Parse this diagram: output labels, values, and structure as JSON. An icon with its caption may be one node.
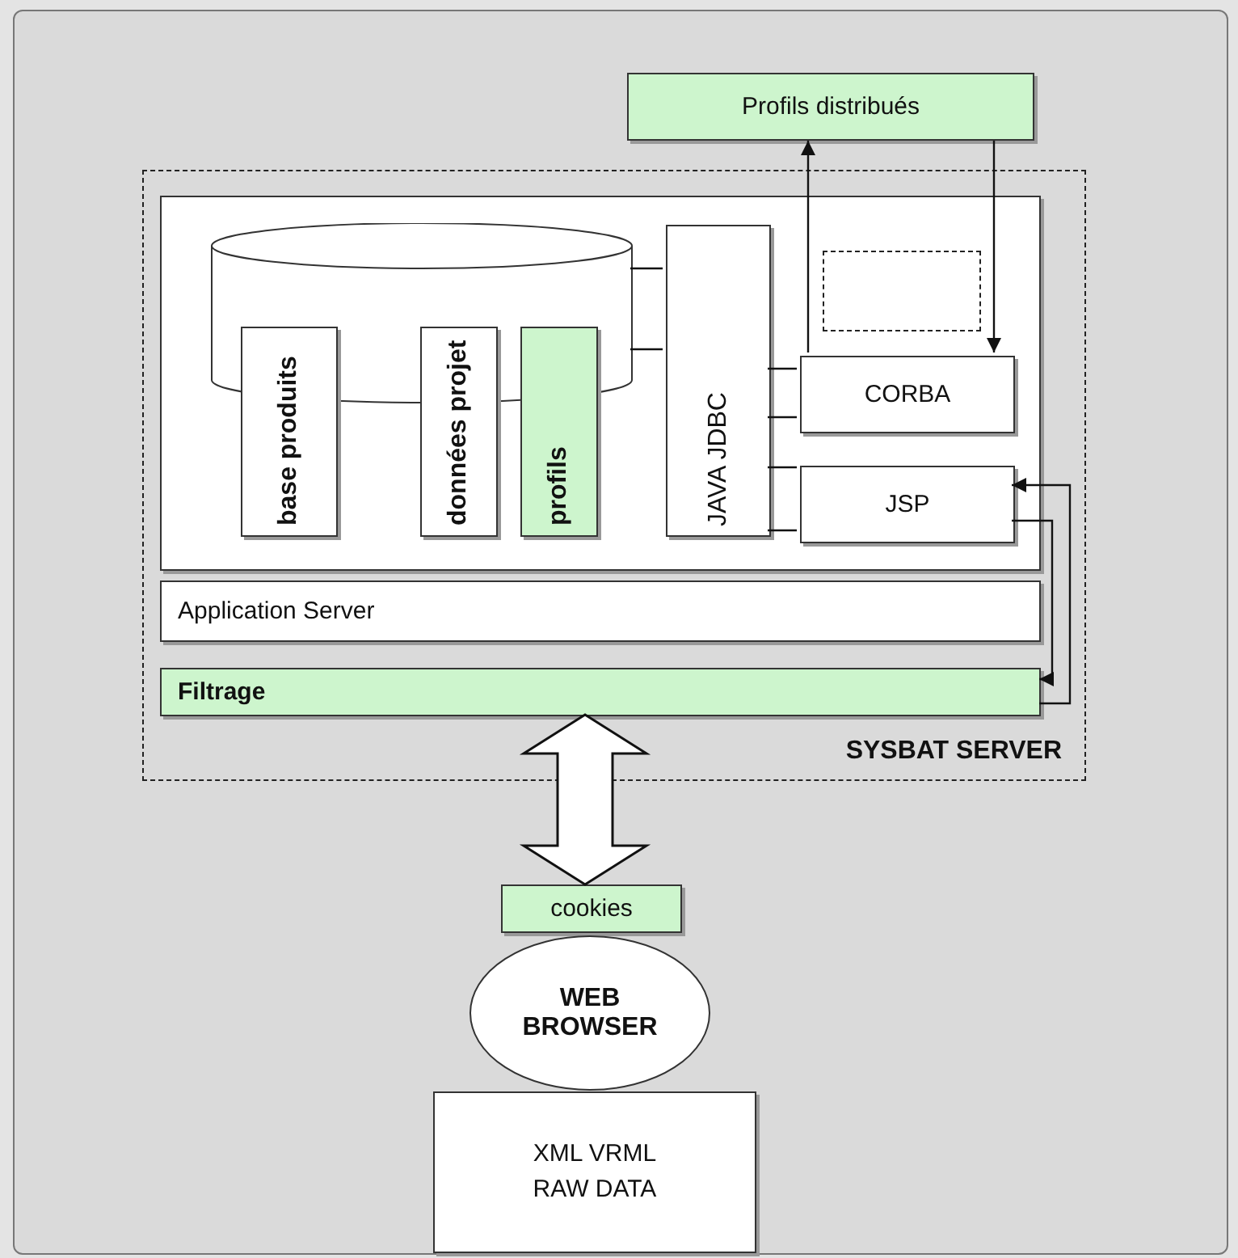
{
  "diagram": {
    "nodes": [
      {
        "text": [
          "SYSBAT SERVER"
        ]
      },
      {
        "text": [
          "Profils distribués"
        ]
      },
      {
        "text": [],
        "shape": "box",
        "in": 0
      },
      {
        "text": [],
        "shape": "cylinder",
        "in": 2
      },
      {
        "text": [
          "base produits"
        ],
        "in": 2
      },
      {
        "text": [
          "données projet"
        ],
        "in": 2
      },
      {
        "text": [
          "profils"
        ],
        "in": 2
      },
      {
        "text": [
          "JAVA JDBC"
        ],
        "in": 2
      },
      {
        "text": [],
        "shape": "box",
        "in": 2
      },
      {
        "text": [
          "CORBA"
        ],
        "in": 2
      },
      {
        "text": [
          "JSP"
        ],
        "in": 2
      },
      {
        "text": [
          "Application Server"
        ],
        "in": 0
      },
      {
        "text": [
          "Filtrage"
        ],
        "in": 0
      },
      {
        "text": [
          "cookies"
        ]
      },
      {
        "text": [
          "WEB BROWSER"
        ]
      },
      {
        "text": [
          "XML VRML RAW DATA"
        ]
      }
    ],
    "edges": [
      {
        "from": 3,
        "to": 7,
        "arrow": "none"
      },
      {
        "from": 3,
        "to": 7,
        "arrow": "none"
      },
      {
        "from": 7,
        "to": 9,
        "arrow": "none"
      },
      {
        "from": 7,
        "to": 9,
        "arrow": "none"
      },
      {
        "from": 7,
        "to": 10,
        "arrow": "none"
      },
      {
        "from": 7,
        "to": 10,
        "arrow": "none"
      },
      {
        "from": 9,
        "to": 1,
        "arrow": "to"
      },
      {
        "from": 1,
        "to": 9,
        "arrow": "to"
      },
      {
        "from": 12,
        "to": 10,
        "arrow": "to"
      },
      {
        "from": 10,
        "to": 12,
        "arrow": "to"
      },
      {
        "from": 12,
        "to": 13,
        "arrow": "both",
        "style": "thick"
      }
    ]
  }
}
